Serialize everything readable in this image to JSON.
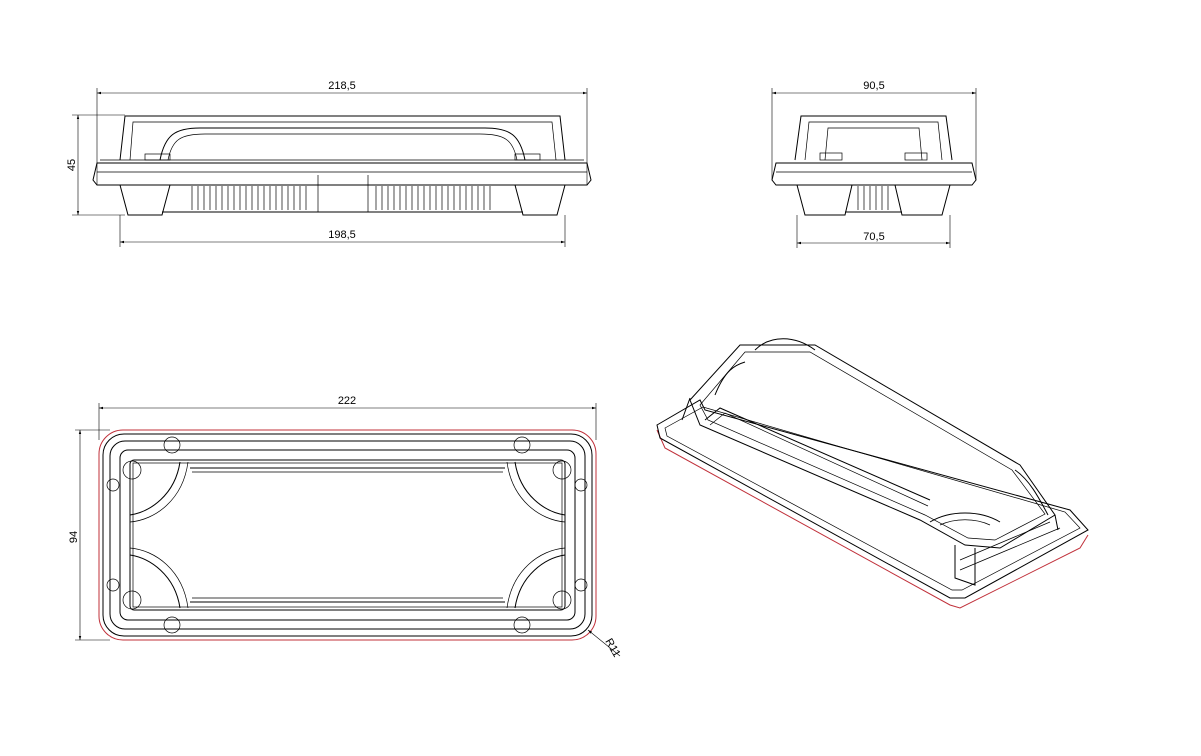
{
  "drawing": {
    "front_view": {
      "overall_length": "218,5",
      "height": "45",
      "base_length": "198,5"
    },
    "side_view": {
      "overall_width": "90,5",
      "base_width": "70,5"
    },
    "top_view": {
      "length": "222",
      "width": "94",
      "corner_radius": "R11"
    },
    "colors": {
      "line": "#000000",
      "outline_accent": "#c0303a",
      "background": "#ffffff"
    }
  }
}
